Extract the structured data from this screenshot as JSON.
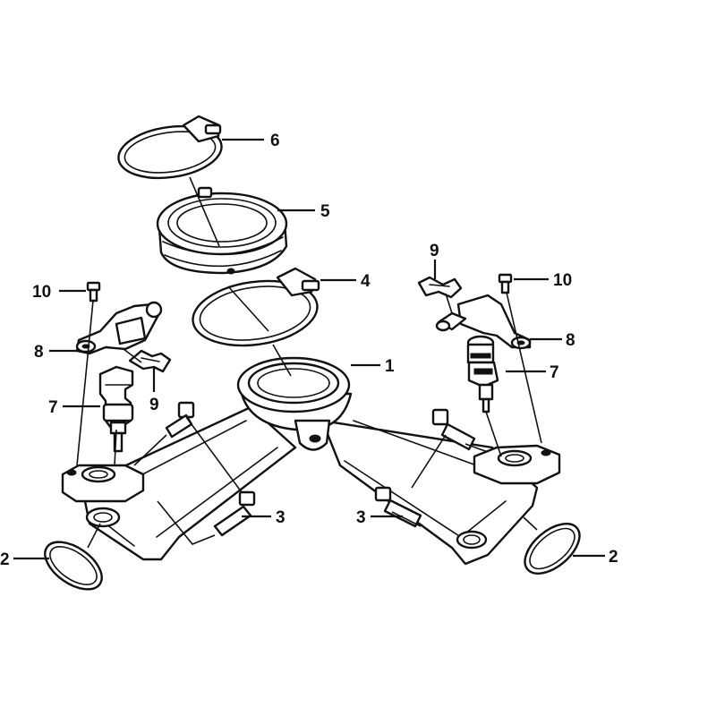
{
  "diagram": {
    "type": "exploded-parts-diagram",
    "callouts": {
      "c1": "1",
      "c2_left": "2",
      "c2_right": "2",
      "c3_left": "3",
      "c3_right": "3",
      "c4": "4",
      "c5": "5",
      "c6": "6",
      "c7_left": "7",
      "c7_right": "7",
      "c8_left": "8",
      "c8_right": "8",
      "c9_left": "9",
      "c9_right": "9",
      "c10_left": "10",
      "c10_right": "10"
    }
  },
  "colors": {
    "line": "#111111",
    "background": "#ffffff"
  }
}
